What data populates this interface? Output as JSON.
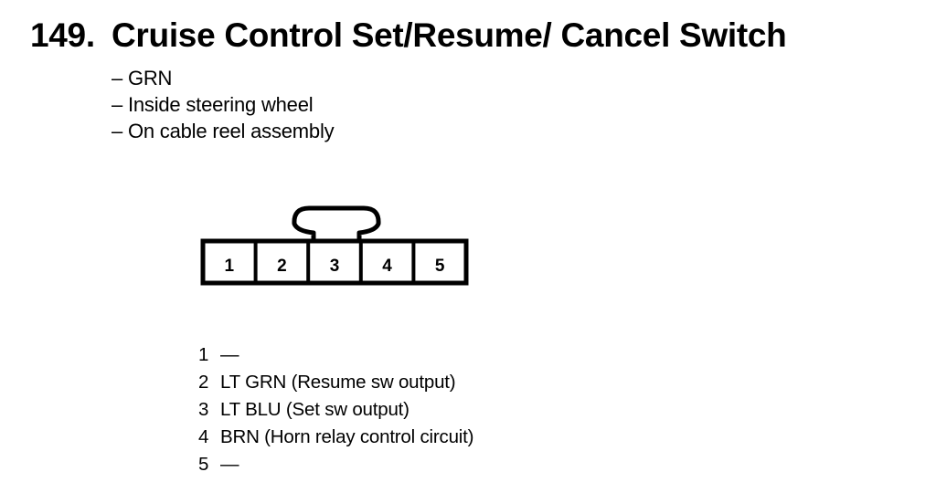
{
  "title": {
    "number": "149.",
    "text": "Cruise Control Set/Resume/ Cancel Switch"
  },
  "notes": [
    "– GRN",
    "– Inside steering wheel",
    "– On cable reel assembly"
  ],
  "connector": {
    "pins": [
      "1",
      "2",
      "3",
      "4",
      "5"
    ]
  },
  "pinout": [
    {
      "pin": "1",
      "desc": "—"
    },
    {
      "pin": "2",
      "desc": "LT GRN (Resume sw output)"
    },
    {
      "pin": "3",
      "desc": "LT BLU (Set sw output)"
    },
    {
      "pin": "4",
      "desc": "BRN (Horn relay control circuit)"
    },
    {
      "pin": "5",
      "desc": "—"
    }
  ]
}
